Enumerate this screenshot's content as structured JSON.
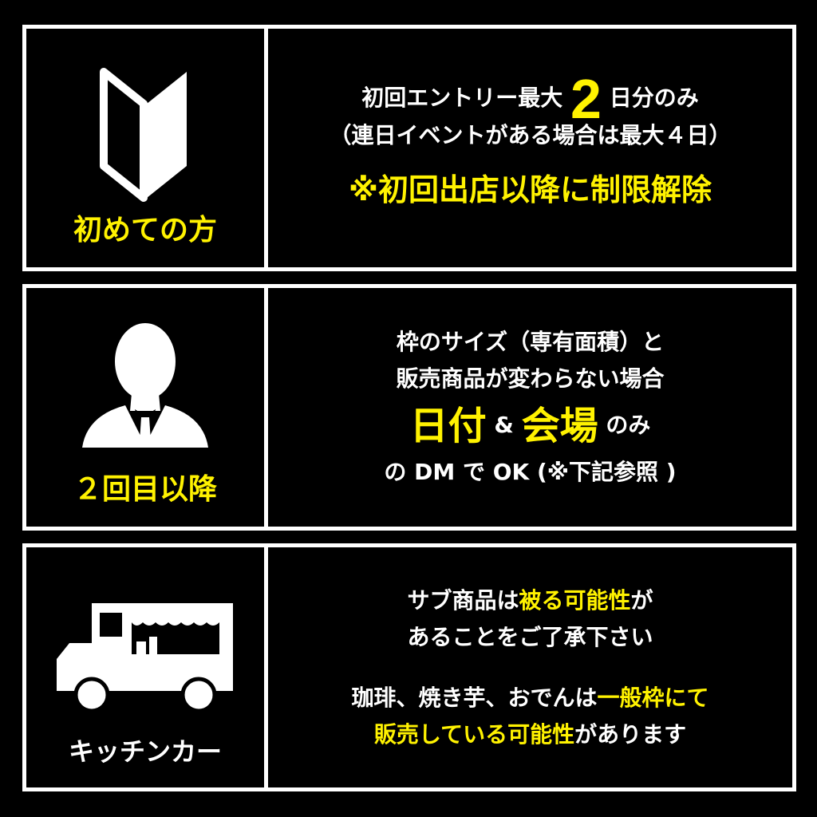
{
  "sections": [
    {
      "label": "初めての方",
      "icon": "beginner-mark-icon",
      "line1_a": "初回エントリー最大",
      "line1_num": "2",
      "line1_b": "日分のみ",
      "line2": "（連日イベントがある場合は最大４日）",
      "note": "※初回出店以降に制限解除"
    },
    {
      "label": "２回目以降",
      "icon": "person-icon",
      "line1": "枠のサイズ（専有面積）と",
      "line2": "販売商品が変わらない場合",
      "hl1": "日付",
      "amp": "&",
      "hl2": "会場",
      "line3_tail": "のみ",
      "line4": "の DM で OK (※下記参照 )"
    },
    {
      "label": "キッチンカー",
      "icon": "food-truck-icon",
      "p1_a": "サブ商品は",
      "p1_hl": "被る可能性",
      "p1_b": "が",
      "p1_line2": "あることをご了承下さい",
      "p2_a": "珈琲、焼き芋、おでんは",
      "p2_hl1": "一般枠にて",
      "p2_hl2": "販売している可能性",
      "p2_b": "があります"
    }
  ],
  "colors": {
    "accent": "#fff200",
    "text": "#ffffff",
    "background": "#000000"
  }
}
